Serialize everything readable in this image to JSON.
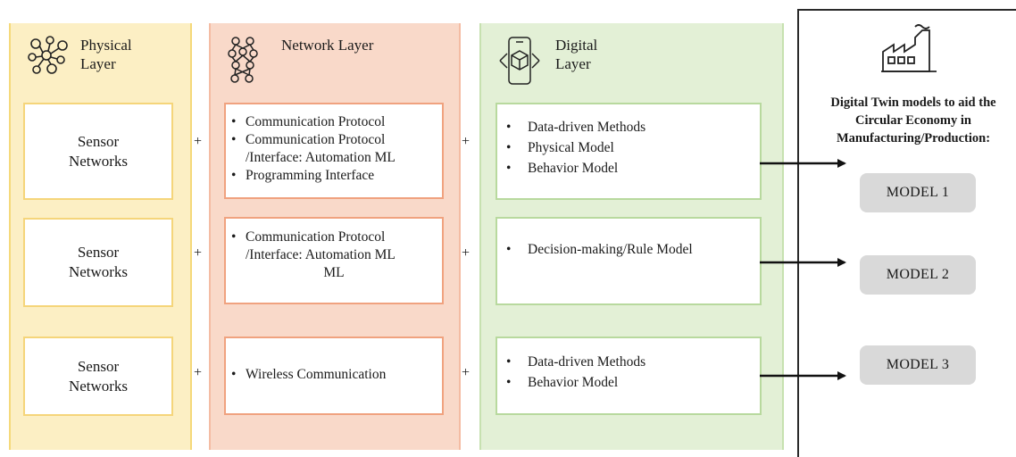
{
  "columns": {
    "physical": {
      "title_line1": "Physical",
      "title_line2": "Layer",
      "icon": "nodes-cluster-icon"
    },
    "network": {
      "title": "Network Layer",
      "icon": "neural-network-icon"
    },
    "digital": {
      "title_line1": "Digital",
      "title_line2": "Layer",
      "icon": "digital-cube-icon"
    },
    "models": {
      "icon": "factory-icon",
      "title_line1": "Digital Twin models to aid the",
      "title_line2": "Circular Economy in",
      "title_line3": "Manufacturing/Production:"
    }
  },
  "rows": [
    {
      "physical": {
        "line1": "Sensor",
        "line2": "Networks"
      },
      "network": [
        "Communication Protocol",
        "Communication Protocol /Interface: Automation ML",
        "Programming Interface"
      ],
      "digital": [
        "Data-driven Methods",
        "Physical Model",
        "Behavior Model"
      ],
      "model": "MODEL 1"
    },
    {
      "physical": {
        "line1": "Sensor",
        "line2": "Networks"
      },
      "network": [
        "Communication Protocol /Interface: Automation ML"
      ],
      "network_extra": "ML",
      "digital": [
        "Decision-making/Rule Model"
      ],
      "model": "MODEL 2"
    },
    {
      "physical": {
        "line1": "Sensor",
        "line2": "Networks"
      },
      "network": [
        "Wireless Communication"
      ],
      "digital": [
        "Data-driven Methods",
        "Behavior Model"
      ],
      "model": "MODEL 3"
    }
  ],
  "operator": "+",
  "colors": {
    "physical_fill": "#fcefc4",
    "network_fill": "#f9d9c9",
    "digital_fill": "#e3f0d6",
    "model_fill": "#d9d9d9"
  }
}
